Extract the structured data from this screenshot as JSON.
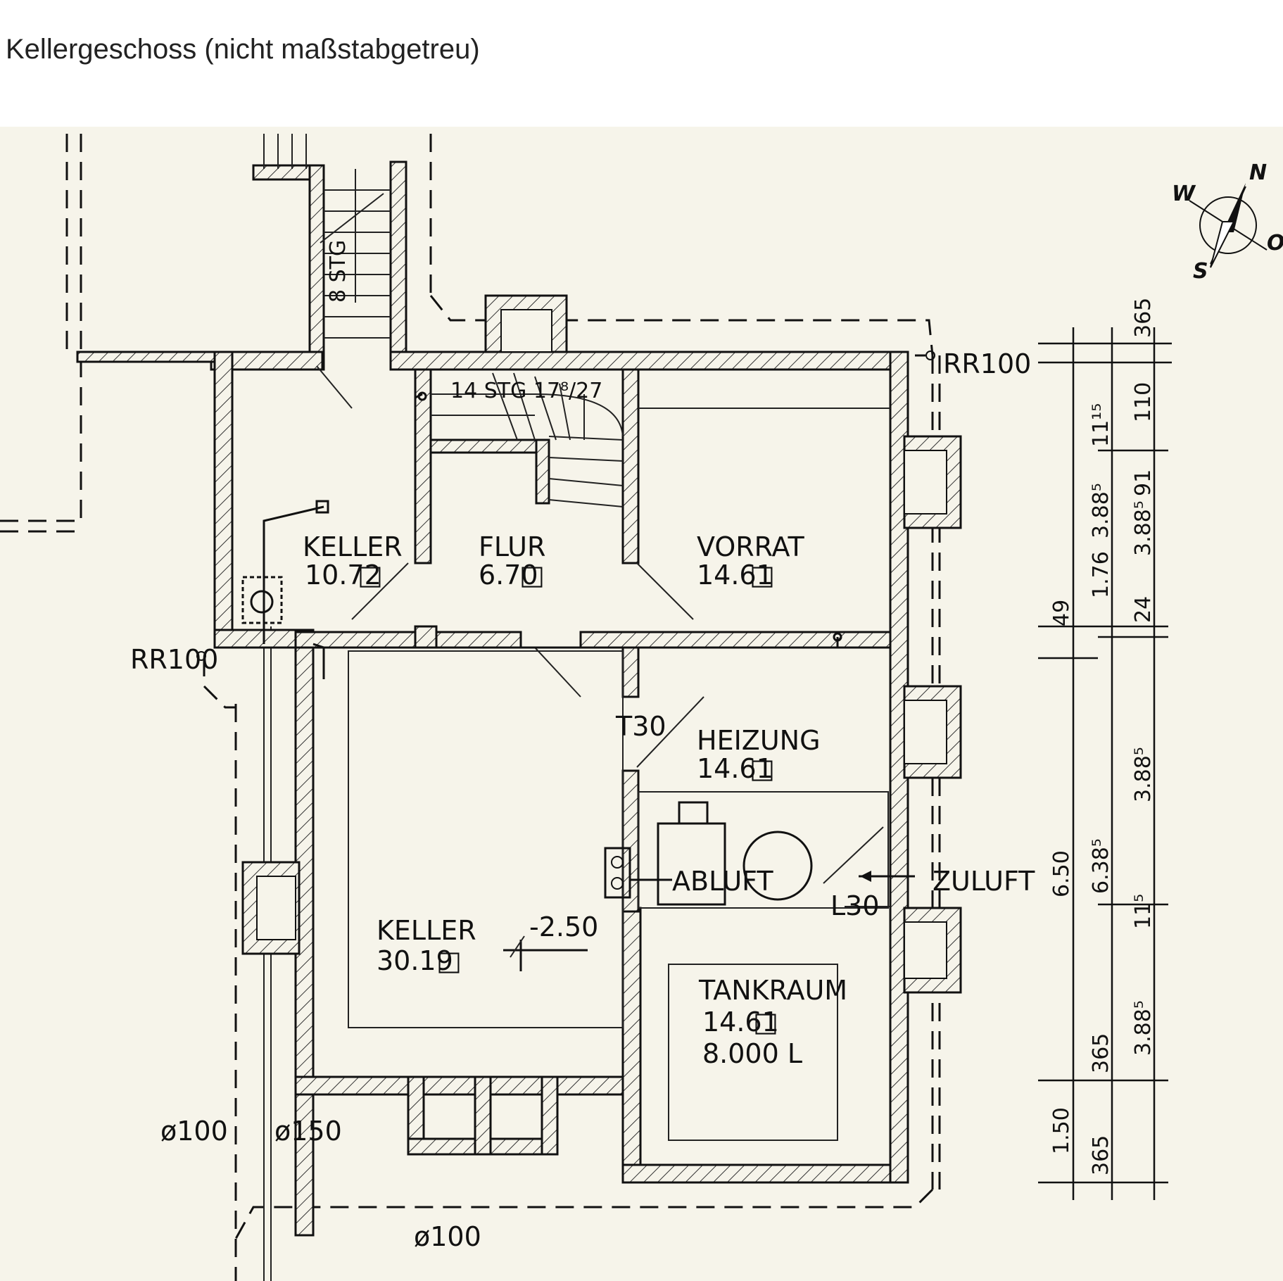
{
  "title": "Kellergeschoss (nicht maßstabgetreu)",
  "rooms": {
    "keller_small": {
      "name": "KELLER",
      "area": "10.72"
    },
    "flur": {
      "name": "FLUR",
      "area": "6.70"
    },
    "vorrat": {
      "name": "VORRAT",
      "area": "14.61"
    },
    "heizung": {
      "name": "HEIZUNG",
      "area": "14.61"
    },
    "keller_large": {
      "name": "KELLER",
      "area": "30.19"
    },
    "tankraum": {
      "name": "TANKRAUM",
      "area": "14.61",
      "volume": "8.000 L"
    }
  },
  "annotations": {
    "stairs_outside": "8 STG",
    "stairs_inside": "14 STG 17⁸/27",
    "door_t30": "T30",
    "abluft": "ABLUFT",
    "zuluft": "ZULUFT",
    "vent_l30": "L30",
    "level": "-2.50",
    "rr100_right": "RR100",
    "rr100_left": "RR100",
    "pipe_100_left": "ø100",
    "pipe_150": "ø150",
    "pipe_100_bottom": "ø100",
    "area_unit_symbol": "□"
  },
  "compass": {
    "n": "N",
    "o": "O",
    "s": "S",
    "w": "W"
  },
  "dimensions": {
    "col1": [
      "49",
      "6.50",
      "1.50"
    ],
    "col2": [
      "3.88⁵",
      "1.76",
      "6.38⁵",
      "365",
      "365"
    ],
    "col3": [
      "365",
      "110",
      "11¹⁵",
      "91",
      "3.88⁵",
      "24",
      "3.88⁵",
      "11⁵",
      "3.88⁵"
    ]
  }
}
